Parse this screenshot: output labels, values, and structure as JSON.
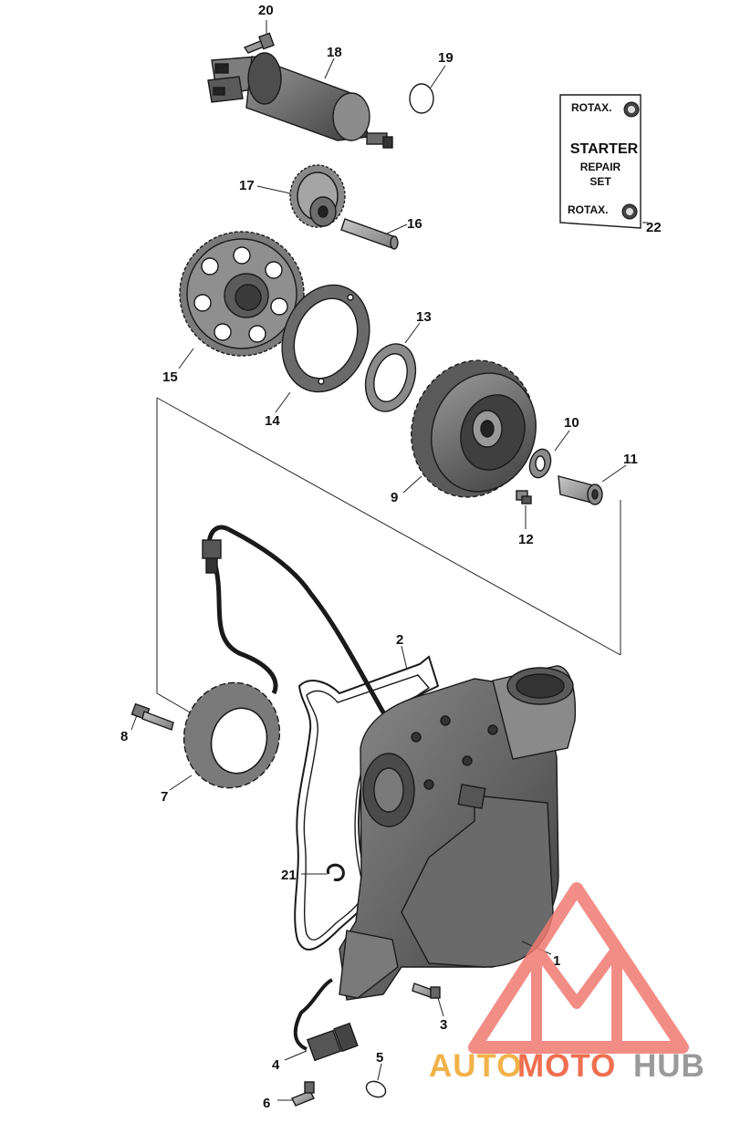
{
  "diagram": {
    "callouts": [
      {
        "id": "1",
        "label": "1"
      },
      {
        "id": "2",
        "label": "2"
      },
      {
        "id": "3",
        "label": "3"
      },
      {
        "id": "4",
        "label": "4"
      },
      {
        "id": "5",
        "label": "5"
      },
      {
        "id": "6",
        "label": "6"
      },
      {
        "id": "7",
        "label": "7"
      },
      {
        "id": "8",
        "label": "8"
      },
      {
        "id": "9",
        "label": "9"
      },
      {
        "id": "10",
        "label": "10"
      },
      {
        "id": "11",
        "label": "11"
      },
      {
        "id": "12",
        "label": "12"
      },
      {
        "id": "13",
        "label": "13"
      },
      {
        "id": "14",
        "label": "14"
      },
      {
        "id": "15",
        "label": "15"
      },
      {
        "id": "16",
        "label": "16"
      },
      {
        "id": "17",
        "label": "17"
      },
      {
        "id": "18",
        "label": "18"
      },
      {
        "id": "19",
        "label": "19"
      },
      {
        "id": "20",
        "label": "20"
      },
      {
        "id": "21",
        "label": "21"
      },
      {
        "id": "22",
        "label": "22"
      }
    ],
    "kit_card": {
      "brand_top": "ROTAX.",
      "line1": "STARTER",
      "line2": "REPAIR",
      "line3": "SET",
      "brand_bottom": "ROTAX."
    }
  },
  "watermark": {
    "word_auto": "AUTO",
    "word_moto": "MOTO",
    "word_hub": "HUB",
    "colors": {
      "auto": "#f2b24a",
      "moto": "#ef6f4f",
      "hub": "#9a9a9a",
      "logo": "#f07a72"
    }
  }
}
